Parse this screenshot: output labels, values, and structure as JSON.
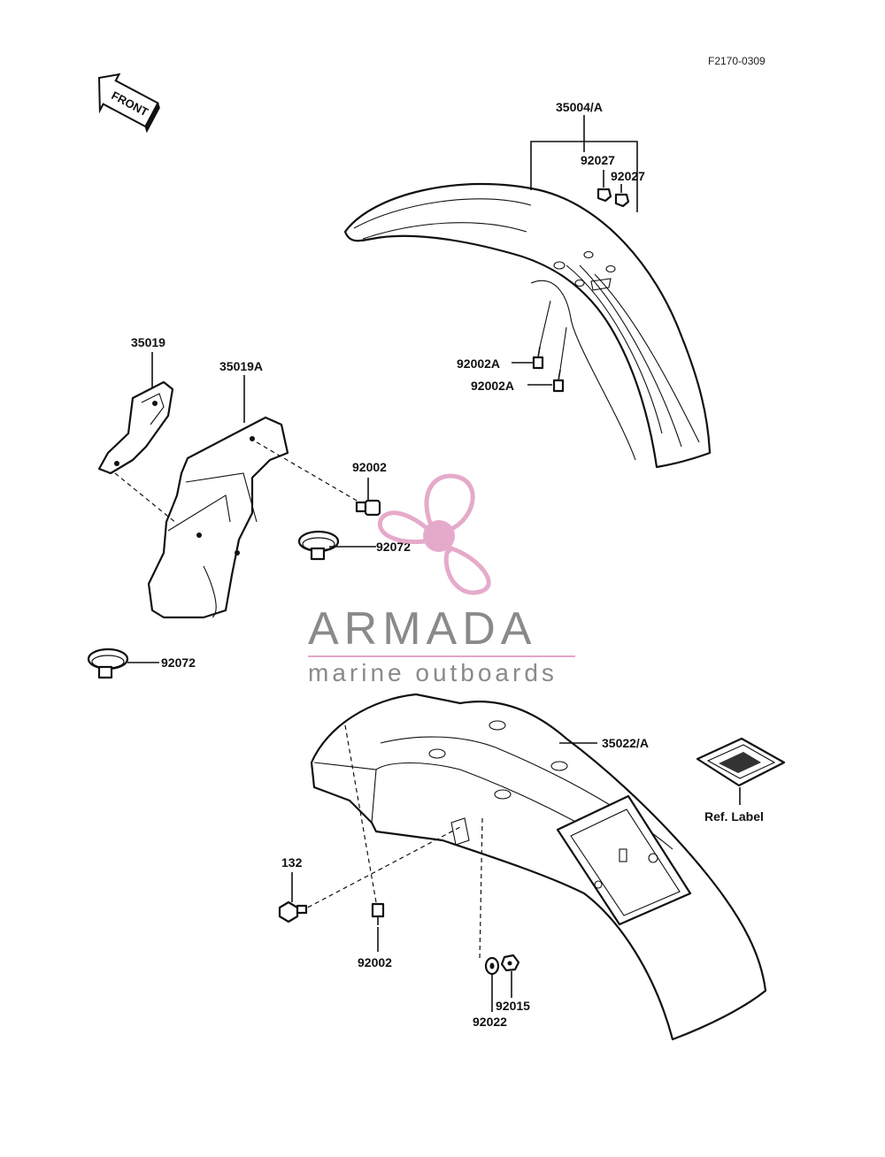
{
  "diagram_code": "F2170-0309",
  "front_arrow_label": "FRONT",
  "labels": {
    "front_fender": "35004/A",
    "nut_a": "92027",
    "nut_b": "92027",
    "bolt_front_1": "92002A",
    "bolt_front_2": "92002A",
    "guard_small": "35019",
    "guard_large": "35019A",
    "bolt_guard": "92002",
    "clamp_1": "92072",
    "clamp_2": "92072",
    "rear_fender": "35022/A",
    "ref_label": "Ref. Label",
    "bolt_132": "132",
    "bolt_rear": "92002",
    "nut_rear": "92015",
    "washer_rear": "92022"
  },
  "watermark": {
    "brand": "ARMADA",
    "tagline": "marine outboards",
    "accent_color": "#e4a6c8",
    "text_color": "#8a8a8a"
  }
}
